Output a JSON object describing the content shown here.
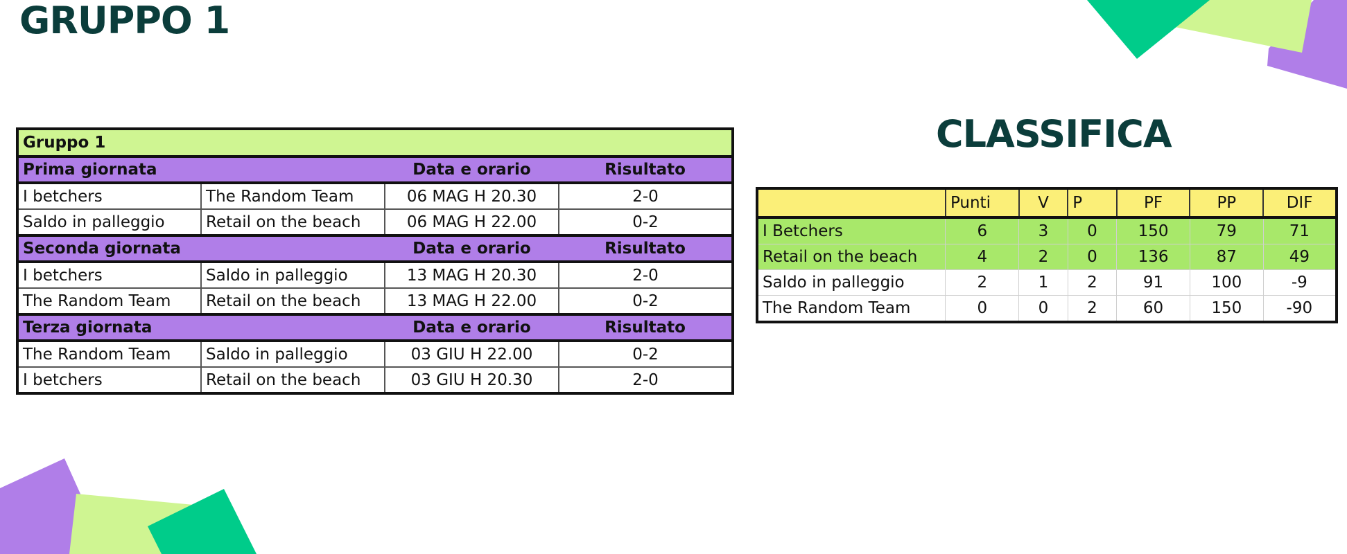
{
  "page": {
    "title": "GRUPPO 1",
    "standings_title": "CLASSIFICA"
  },
  "colors": {
    "title": "#0b3d3b",
    "purple": "#b07ee8",
    "lime": "#cff592",
    "green_decor": "#00cc8a",
    "yellow_header": "#fbef78",
    "qualified_green": "#a8e86a"
  },
  "schedule": {
    "group_label": "Gruppo 1",
    "rounds": [
      {
        "name": "Prima giornata",
        "date_header": "Data e orario",
        "result_header": "Risultato",
        "matches": [
          {
            "home": "I betchers",
            "away": "The Random Team",
            "datetime": "06 MAG H 20.30",
            "result": "2-0"
          },
          {
            "home": "Saldo in palleggio",
            "away": "Retail on the beach",
            "datetime": "06 MAG H 22.00",
            "result": "0-2"
          }
        ]
      },
      {
        "name": "Seconda giornata",
        "date_header": "Data e orario",
        "result_header": "Risultato",
        "matches": [
          {
            "home": "I betchers",
            "away": "Saldo in palleggio",
            "datetime": "13 MAG H 20.30",
            "result": "2-0"
          },
          {
            "home": "The Random Team",
            "away": "Retail on the beach",
            "datetime": "13 MAG H 22.00",
            "result": "0-2"
          }
        ]
      },
      {
        "name": "Terza giornata",
        "date_header": "Data e orario",
        "result_header": "Risultato",
        "matches": [
          {
            "home": "The Random Team",
            "away": "Saldo in palleggio",
            "datetime": "03 GIU H 22.00",
            "result": "0-2"
          },
          {
            "home": "I betchers",
            "away": "Retail on the beach",
            "datetime": "03 GIU H 20.30",
            "result": "2-0"
          }
        ]
      }
    ]
  },
  "standings": {
    "headers": [
      "",
      "Punti",
      "V",
      "P",
      "PF",
      "PP",
      "DIF"
    ],
    "rows": [
      {
        "team": "I Betchers",
        "punti": "6",
        "v": "3",
        "p": "0",
        "pf": "150",
        "pp": "79",
        "dif": "71",
        "qualified": true
      },
      {
        "team": "Retail on the beach",
        "punti": "4",
        "v": "2",
        "p": "0",
        "pf": "136",
        "pp": "87",
        "dif": "49",
        "qualified": true
      },
      {
        "team": "Saldo in palleggio",
        "punti": "2",
        "v": "1",
        "p": "2",
        "pf": "91",
        "pp": "100",
        "dif": "-9",
        "qualified": false
      },
      {
        "team": "The Random Team",
        "punti": "0",
        "v": "0",
        "p": "2",
        "pf": "60",
        "pp": "150",
        "dif": "-90",
        "qualified": false
      }
    ]
  }
}
